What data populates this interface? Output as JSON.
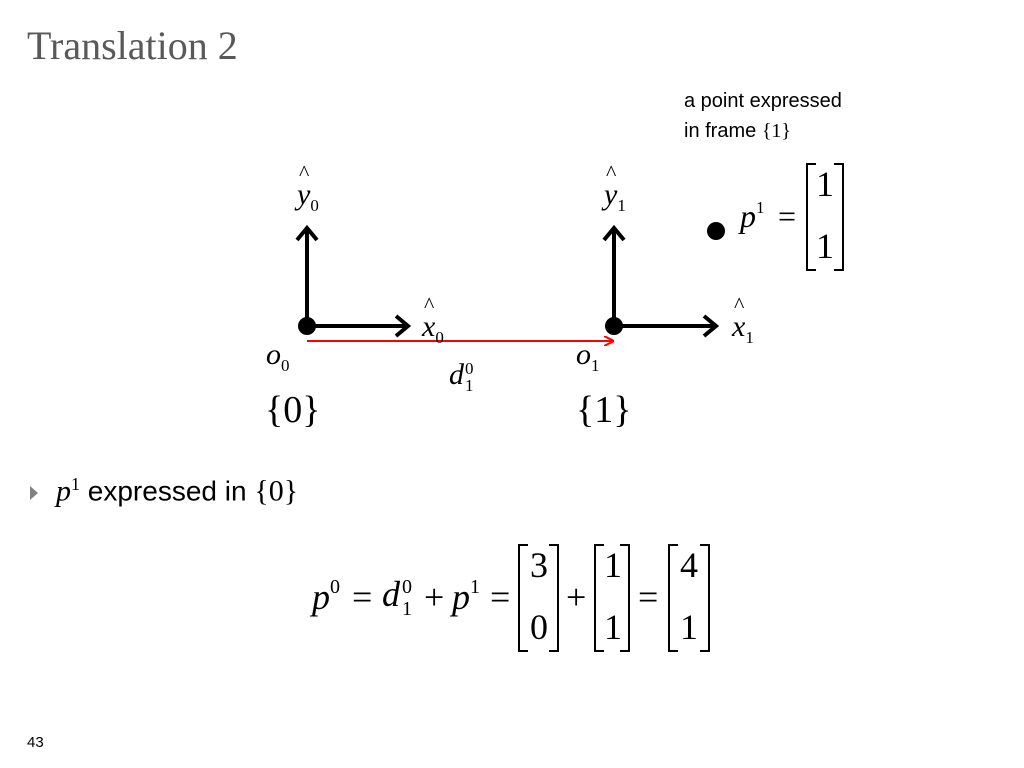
{
  "slide": {
    "title": "Translation 2",
    "page_number": "43"
  },
  "note": {
    "line1": "a point expressed",
    "line2_prefix": "in frame",
    "line2_frame": "{1}"
  },
  "diagram": {
    "y0_label": "y",
    "y0_sub": "0",
    "x0_label": "x",
    "x0_sub": "0",
    "y1_label": "y",
    "y1_sub": "1",
    "x1_label": "x",
    "x1_sub": "1",
    "o0_label": "o",
    "o0_sub": "0",
    "o1_label": "o",
    "o1_sub": "1",
    "d_label": "d",
    "d_sup": "0",
    "d_sub": "1",
    "frame0_label": "{0}",
    "frame1_label": "{1}",
    "point_p_label": "p",
    "point_p_sup": "1",
    "point_p_eq": "=",
    "point_vector": [
      "1",
      "1"
    ],
    "arrow_color": "#ff0000"
  },
  "bullet": {
    "symbol": "p",
    "sup": "1",
    "text": "expressed in",
    "frame": "{0}"
  },
  "equation": {
    "lhs": "p",
    "lhs_sup": "0",
    "eq1": "=",
    "d": "d",
    "d_sup": "0",
    "d_sub": "1",
    "plus1": "+",
    "p": "p",
    "p_sup": "1",
    "eq2": "=",
    "vec_a": [
      "3",
      "0"
    ],
    "plus2": "+",
    "vec_b": [
      "1",
      "1"
    ],
    "eq3": "=",
    "vec_c": [
      "4",
      "1"
    ]
  }
}
